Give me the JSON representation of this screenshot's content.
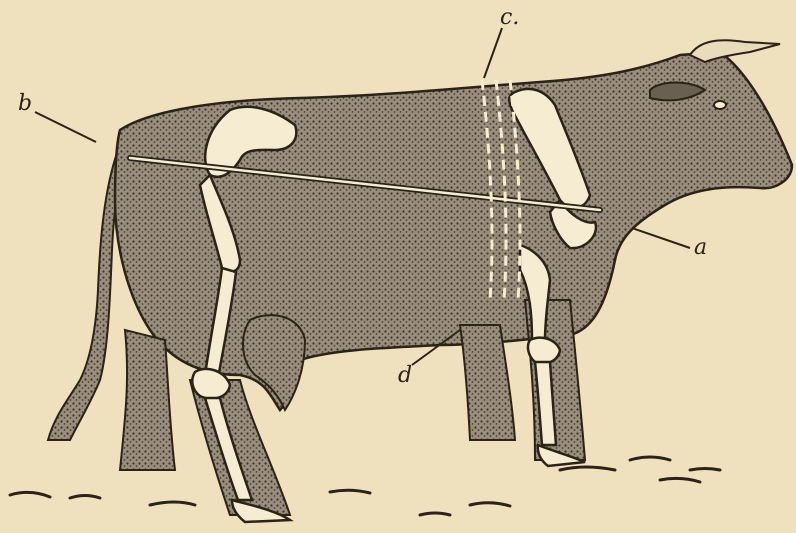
{
  "labels": {
    "a": "a",
    "b": "b",
    "c": "c.",
    "d": "d"
  },
  "colors": {
    "paper": "#efe1bd",
    "ink": "#2b2218",
    "hide": "#8a8071",
    "bone": "#f6ecd2"
  }
}
